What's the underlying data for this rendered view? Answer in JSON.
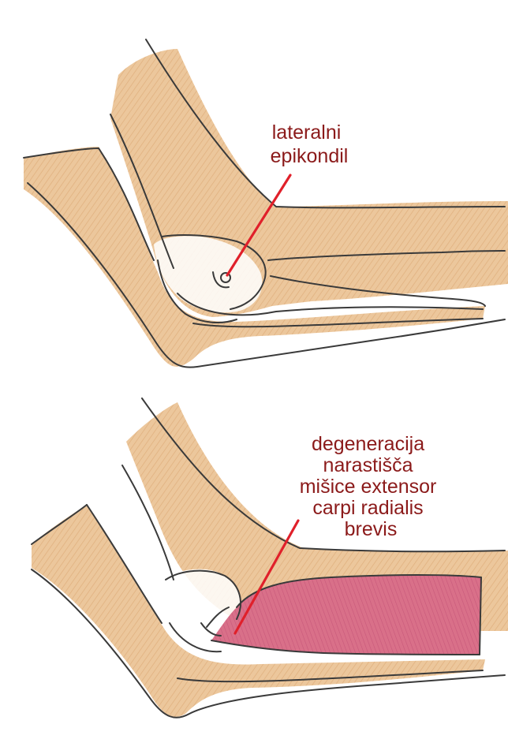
{
  "colors": {
    "skin": "#ecc79c",
    "skin_dark": "#e3b27f",
    "muscle": "#d86a86",
    "label_text": "#8b1a1a",
    "pointer": "#e0202a",
    "outline": "#3a3a3a"
  },
  "top_panel": {
    "label_lines": [
      "lateralni",
      "epikondil"
    ]
  },
  "bottom_panel": {
    "label_lines": [
      "degeneracija",
      "narastišča",
      "mišice extensor",
      "carpi radialis",
      "brevis"
    ]
  }
}
